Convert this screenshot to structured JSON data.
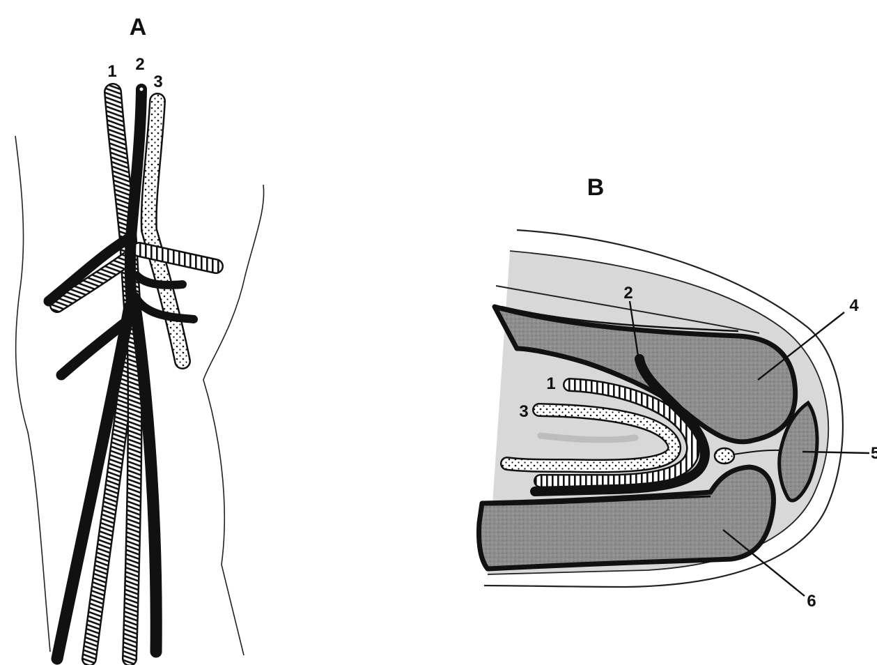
{
  "panels": [
    {
      "id": "A",
      "title": "A",
      "labels": [
        "1",
        "2",
        "3"
      ]
    },
    {
      "id": "B",
      "title": "B",
      "labels": [
        "1",
        "2",
        "3",
        "4",
        "5",
        "6"
      ]
    }
  ],
  "colors": {
    "ink": "#111111",
    "bone": "#8f8f8f",
    "bone_light": "#b4b4b4",
    "skin": "#cccccc",
    "paper": "#ffffff"
  }
}
